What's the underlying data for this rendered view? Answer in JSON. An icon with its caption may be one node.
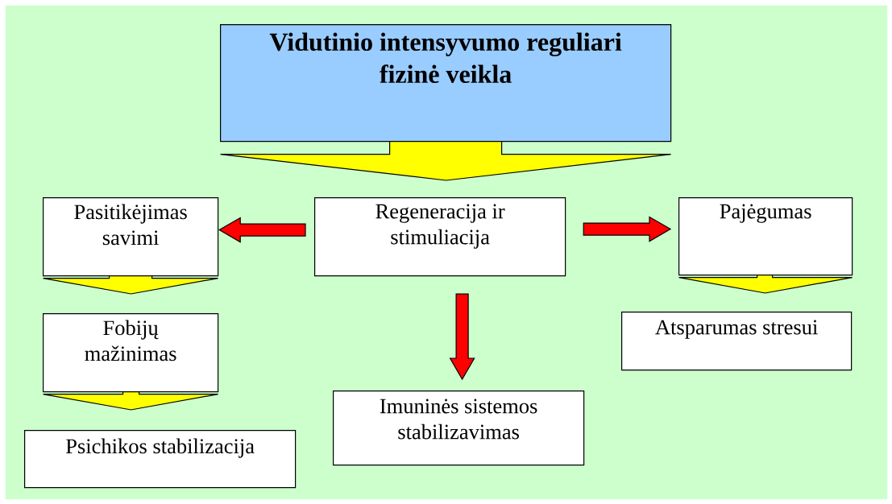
{
  "diagram": {
    "nodes": [
      {
        "text": [
          "Vidutinio intensyvumo reguliari fizinė veikla"
        ]
      },
      {
        "text": [
          "Pasitikėjimas savimi"
        ]
      },
      {
        "text": [
          "Regeneracija ir stimuliacija"
        ]
      },
      {
        "text": [
          "Pajėgumas"
        ]
      },
      {
        "text": [
          "Fobijų mažinimas"
        ]
      },
      {
        "text": [
          "Atsparumas stresui"
        ]
      },
      {
        "text": [
          "Imuninės sistemos stabilizavimas"
        ]
      },
      {
        "text": [
          "Psichikos stabilizacija"
        ]
      }
    ],
    "edges": [
      {
        "from": 0,
        "to": 2,
        "arrow": "to"
      },
      {
        "from": 2,
        "to": 1,
        "arrow": "to",
        "color": "#ff0000"
      },
      {
        "from": 2,
        "to": 3,
        "arrow": "to",
        "color": "#ff0000"
      },
      {
        "from": 2,
        "to": 6,
        "arrow": "to",
        "color": "#ff0000"
      },
      {
        "from": 1,
        "to": 4,
        "arrow": "to"
      },
      {
        "from": 3,
        "to": 5,
        "arrow": "to"
      },
      {
        "from": 4,
        "to": 7,
        "arrow": "to"
      }
    ]
  }
}
